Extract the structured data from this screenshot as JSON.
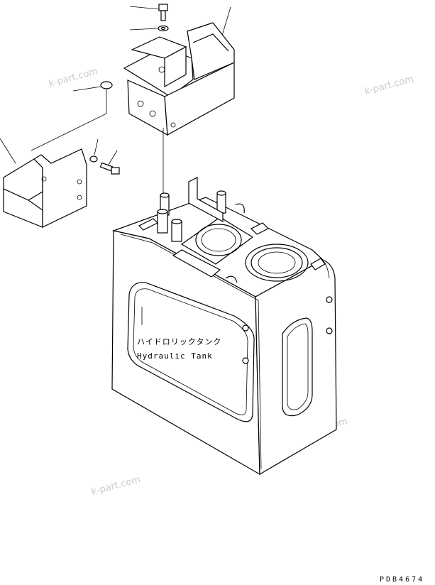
{
  "diagram": {
    "tank_label_jp": "ハイドロリックタンク",
    "tank_label_en": "Hydraulic Tank",
    "drawing_code": "PDB4674",
    "watermarks": [
      "k-part.com",
      "k-part.com",
      "k-part.com",
      "k-part.com"
    ]
  }
}
